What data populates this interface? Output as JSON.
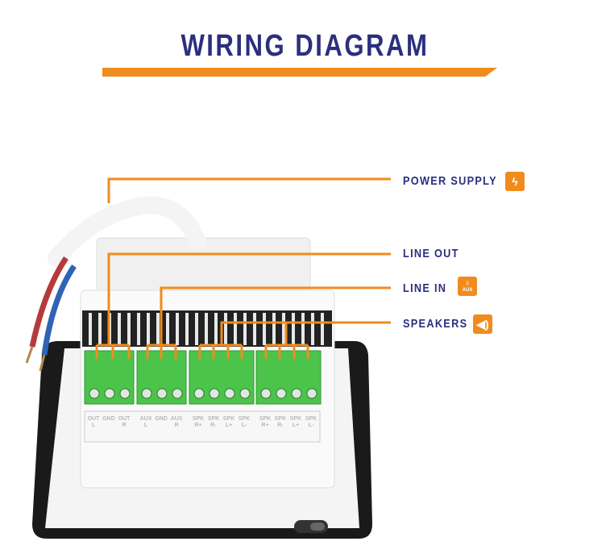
{
  "title": "WIRING DIAGRAM",
  "callouts": {
    "power_supply": "POWER SUPPLY",
    "line_out": "LINE OUT",
    "line_in": "LINE IN",
    "speakers": "SPEAKERS",
    "aux_badge": "AUX"
  },
  "terminal_labels": [
    [
      "OUT",
      "L"
    ],
    [
      "GND",
      ""
    ],
    [
      "OUT",
      "R"
    ],
    [
      "AUX",
      "L"
    ],
    [
      "GND",
      ""
    ],
    [
      "AUX",
      "R"
    ],
    [
      "SPK",
      "R+"
    ],
    [
      "SPK",
      "R-"
    ],
    [
      "SPK",
      "L+"
    ],
    [
      "SPK",
      "L-"
    ],
    [
      "SPK",
      "R+"
    ],
    [
      "SPK",
      "R-"
    ],
    [
      "SPK",
      "L+"
    ],
    [
      "SPK",
      "L-"
    ]
  ],
  "colors": {
    "navy": "#2c2f7e",
    "orange": "#f08c1e",
    "green": "#4cc34a"
  }
}
